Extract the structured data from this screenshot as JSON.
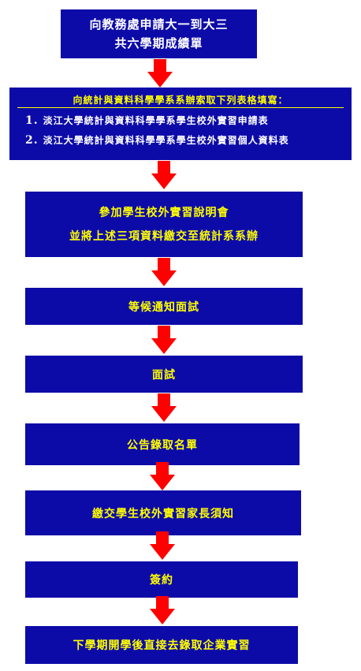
{
  "flowchart": {
    "steps": {
      "s1": {
        "line1": "向教務處申請大一到大三",
        "line2": "共六學期成績單"
      },
      "s2": {
        "title": "向統計與資料科學學系系辦索取下列表格填寫：",
        "items": [
          {
            "num": "1.",
            "text": "淡江大學統計與資料科學學系學生校外實習申請表"
          },
          {
            "num": "2.",
            "text": "淡江大學統計與資料科學學系學生校外實習個人資料表"
          }
        ]
      },
      "s3": {
        "line1": "參加學生校外實習說明會",
        "line2": "並將上述三項資料繳交至統計系系辦"
      },
      "s4": {
        "text": "等候通知面試"
      },
      "s5": {
        "text": "面試"
      },
      "s6": {
        "text": "公告錄取名單"
      },
      "s7": {
        "text": "繳交學生校外實習家長須知"
      },
      "s8": {
        "text": "簽約"
      },
      "s9": {
        "text": "下學期開學後直接去錄取企業實習"
      }
    }
  },
  "colors": {
    "box_fill": "#0d0ba8",
    "arrow": "#ff0000",
    "text_white": "#ffffff",
    "text_yellow": "#ffff00"
  }
}
